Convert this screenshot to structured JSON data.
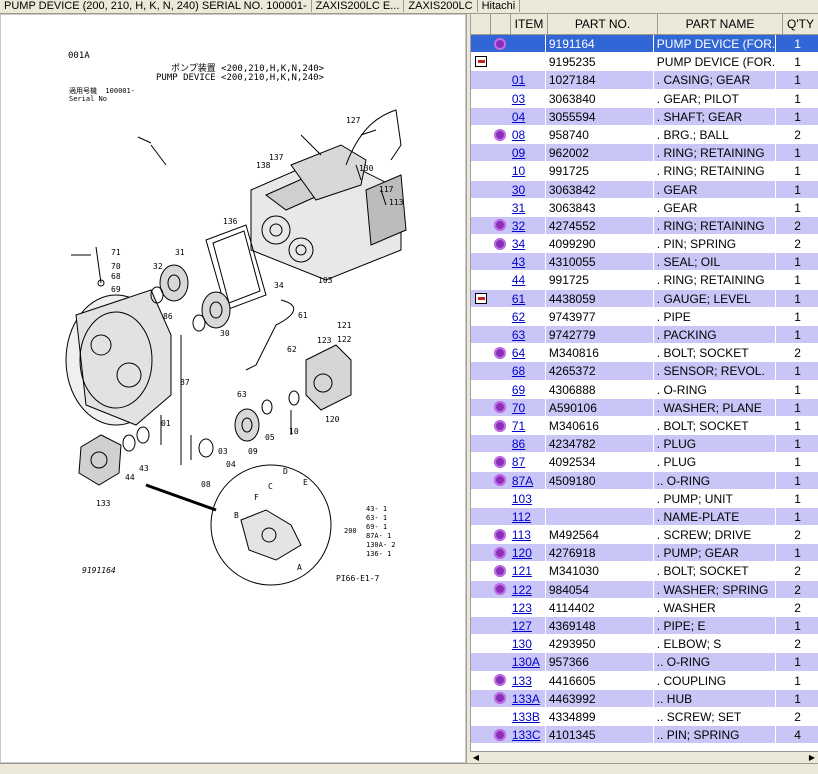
{
  "topbar": {
    "cells": [
      "PUMP DEVICE (200, 210, H, K, N, 240) SERIAL NO. 100001-",
      "ZAXIS200LC E...",
      "ZAXIS200LC",
      "Hitachi"
    ]
  },
  "diagram": {
    "code": "001A",
    "title_jp": "ポンプ装置 <200,210,H,K,N,240>",
    "title_en": "PUMP DEVICE <200,210,H,K,N,240>",
    "serial_jp": "適用号機  100001-",
    "serial_en": "Serial No",
    "part_no": "9191164",
    "ref_code": "PI66-E1-7",
    "kit_list": "43- 1\n63- 1\n69- 1\n87A- 1\n130A- 2\n136- 1",
    "kit_qty": "200",
    "callouts": [
      "001A",
      "127",
      "137",
      "138",
      "130",
      "117",
      "113",
      "136",
      "71",
      "70",
      "68",
      "69",
      "32",
      "31",
      "86",
      "61",
      "121",
      "123",
      "122",
      "62",
      "63",
      "87",
      "01",
      "120",
      "10",
      "05",
      "09",
      "44",
      "43",
      "133",
      "08",
      "04",
      "03",
      "A",
      "B",
      "C",
      "D",
      "E",
      "F",
      "30",
      "103",
      "34"
    ]
  },
  "grid": {
    "headers": [
      "ITEM",
      "PART NO.",
      "PART NAME",
      "Q'TY"
    ],
    "rows": [
      {
        "icon": "gear",
        "item": "",
        "part_no": "9191164",
        "name": "PUMP DEVICE (FOR...",
        "qty": "1",
        "style": "sel"
      },
      {
        "icon": "note",
        "item": "",
        "part_no": "9195235",
        "name": "PUMP DEVICE (FOR...",
        "qty": "1",
        "style": "plain"
      },
      {
        "icon": "",
        "item": "01",
        "part_no": "1027184",
        "name": ". CASING; GEAR",
        "qty": "1",
        "style": "alt"
      },
      {
        "icon": "",
        "item": "03",
        "part_no": "3063840",
        "name": ". GEAR; PILOT",
        "qty": "1",
        "style": "plain"
      },
      {
        "icon": "",
        "item": "04",
        "part_no": "3055594",
        "name": ". SHAFT; GEAR",
        "qty": "1",
        "style": "alt"
      },
      {
        "icon": "gear",
        "item": "08",
        "part_no": "958740",
        "name": ". BRG.; BALL",
        "qty": "2",
        "style": "plain"
      },
      {
        "icon": "",
        "item": "09",
        "part_no": "962002",
        "name": ". RING; RETAINING",
        "qty": "1",
        "style": "alt"
      },
      {
        "icon": "",
        "item": "10",
        "part_no": "991725",
        "name": ". RING; RETAINING",
        "qty": "1",
        "style": "plain"
      },
      {
        "icon": "",
        "item": "30",
        "part_no": "3063842",
        "name": ". GEAR",
        "qty": "1",
        "style": "alt"
      },
      {
        "icon": "",
        "item": "31",
        "part_no": "3063843",
        "name": ". GEAR",
        "qty": "1",
        "style": "plain"
      },
      {
        "icon": "gear",
        "item": "32",
        "part_no": "4274552",
        "name": ". RING; RETAINING",
        "qty": "2",
        "style": "alt"
      },
      {
        "icon": "gear",
        "item": "34",
        "part_no": "4099290",
        "name": ". PIN; SPRING",
        "qty": "2",
        "style": "plain"
      },
      {
        "icon": "",
        "item": "43",
        "part_no": "4310055",
        "name": ". SEAL; OIL",
        "qty": "1",
        "style": "alt"
      },
      {
        "icon": "",
        "item": "44",
        "part_no": "991725",
        "name": ". RING; RETAINING",
        "qty": "1",
        "style": "plain"
      },
      {
        "icon": "note",
        "item": "61",
        "part_no": "4438059",
        "name": ". GAUGE; LEVEL",
        "qty": "1",
        "style": "alt"
      },
      {
        "icon": "",
        "item": "62",
        "part_no": "9743977",
        "name": ". PIPE",
        "qty": "1",
        "style": "plain"
      },
      {
        "icon": "",
        "item": "63",
        "part_no": "9742779",
        "name": ". PACKING",
        "qty": "1",
        "style": "alt"
      },
      {
        "icon": "gear",
        "item": "64",
        "part_no": "M340816",
        "name": ". BOLT; SOCKET",
        "qty": "2",
        "style": "plain"
      },
      {
        "icon": "",
        "item": "68",
        "part_no": "4265372",
        "name": ". SENSOR; REVOL.",
        "qty": "1",
        "style": "alt"
      },
      {
        "icon": "",
        "item": "69",
        "part_no": "4306888",
        "name": ". O-RING",
        "qty": "1",
        "style": "plain"
      },
      {
        "icon": "gear",
        "item": "70",
        "part_no": "A590106",
        "name": ". WASHER; PLANE",
        "qty": "1",
        "style": "alt"
      },
      {
        "icon": "gear",
        "item": "71",
        "part_no": "M340616",
        "name": ". BOLT; SOCKET",
        "qty": "1",
        "style": "plain"
      },
      {
        "icon": "",
        "item": "86",
        "part_no": "4234782",
        "name": ". PLUG",
        "qty": "1",
        "style": "alt"
      },
      {
        "icon": "gear",
        "item": "87",
        "part_no": "4092534",
        "name": ". PLUG",
        "qty": "1",
        "style": "plain"
      },
      {
        "icon": "gear",
        "item": "87A",
        "part_no": "4509180",
        "name": ".. O-RING",
        "qty": "1",
        "style": "alt"
      },
      {
        "icon": "",
        "item": "103",
        "part_no": "",
        "name": ". PUMP; UNIT",
        "qty": "1",
        "style": "plain"
      },
      {
        "icon": "",
        "item": "112",
        "part_no": "",
        "name": ". NAME-PLATE",
        "qty": "1",
        "style": "alt"
      },
      {
        "icon": "gear",
        "item": "113",
        "part_no": "M492564",
        "name": ". SCREW; DRIVE",
        "qty": "2",
        "style": "plain"
      },
      {
        "icon": "gear",
        "item": "120",
        "part_no": "4276918",
        "name": ". PUMP; GEAR",
        "qty": "1",
        "style": "alt"
      },
      {
        "icon": "gear",
        "item": "121",
        "part_no": "M341030",
        "name": ". BOLT; SOCKET",
        "qty": "2",
        "style": "plain"
      },
      {
        "icon": "gear",
        "item": "122",
        "part_no": "984054",
        "name": ". WASHER; SPRING",
        "qty": "2",
        "style": "alt"
      },
      {
        "icon": "",
        "item": "123",
        "part_no": "4114402",
        "name": ". WASHER",
        "qty": "2",
        "style": "plain"
      },
      {
        "icon": "",
        "item": "127",
        "part_no": "4369148",
        "name": ". PIPE; E",
        "qty": "1",
        "style": "alt"
      },
      {
        "icon": "",
        "item": "130",
        "part_no": "4293950",
        "name": ". ELBOW; S",
        "qty": "2",
        "style": "plain"
      },
      {
        "icon": "",
        "item": "130A",
        "part_no": "957366",
        "name": ".. O-RING",
        "qty": "1",
        "style": "alt"
      },
      {
        "icon": "gear",
        "item": "133",
        "part_no": "4416605",
        "name": ". COUPLING",
        "qty": "1",
        "style": "plain"
      },
      {
        "icon": "gear",
        "item": "133A",
        "part_no": "4463992",
        "name": ".. HUB",
        "qty": "1",
        "style": "alt"
      },
      {
        "icon": "",
        "item": "133B",
        "part_no": "4334899",
        "name": ".. SCREW; SET",
        "qty": "2",
        "style": "plain"
      },
      {
        "icon": "gear",
        "item": "133C",
        "part_no": "4101345",
        "name": ".. PIN; SPRING",
        "qty": "4",
        "style": "alt"
      }
    ]
  }
}
